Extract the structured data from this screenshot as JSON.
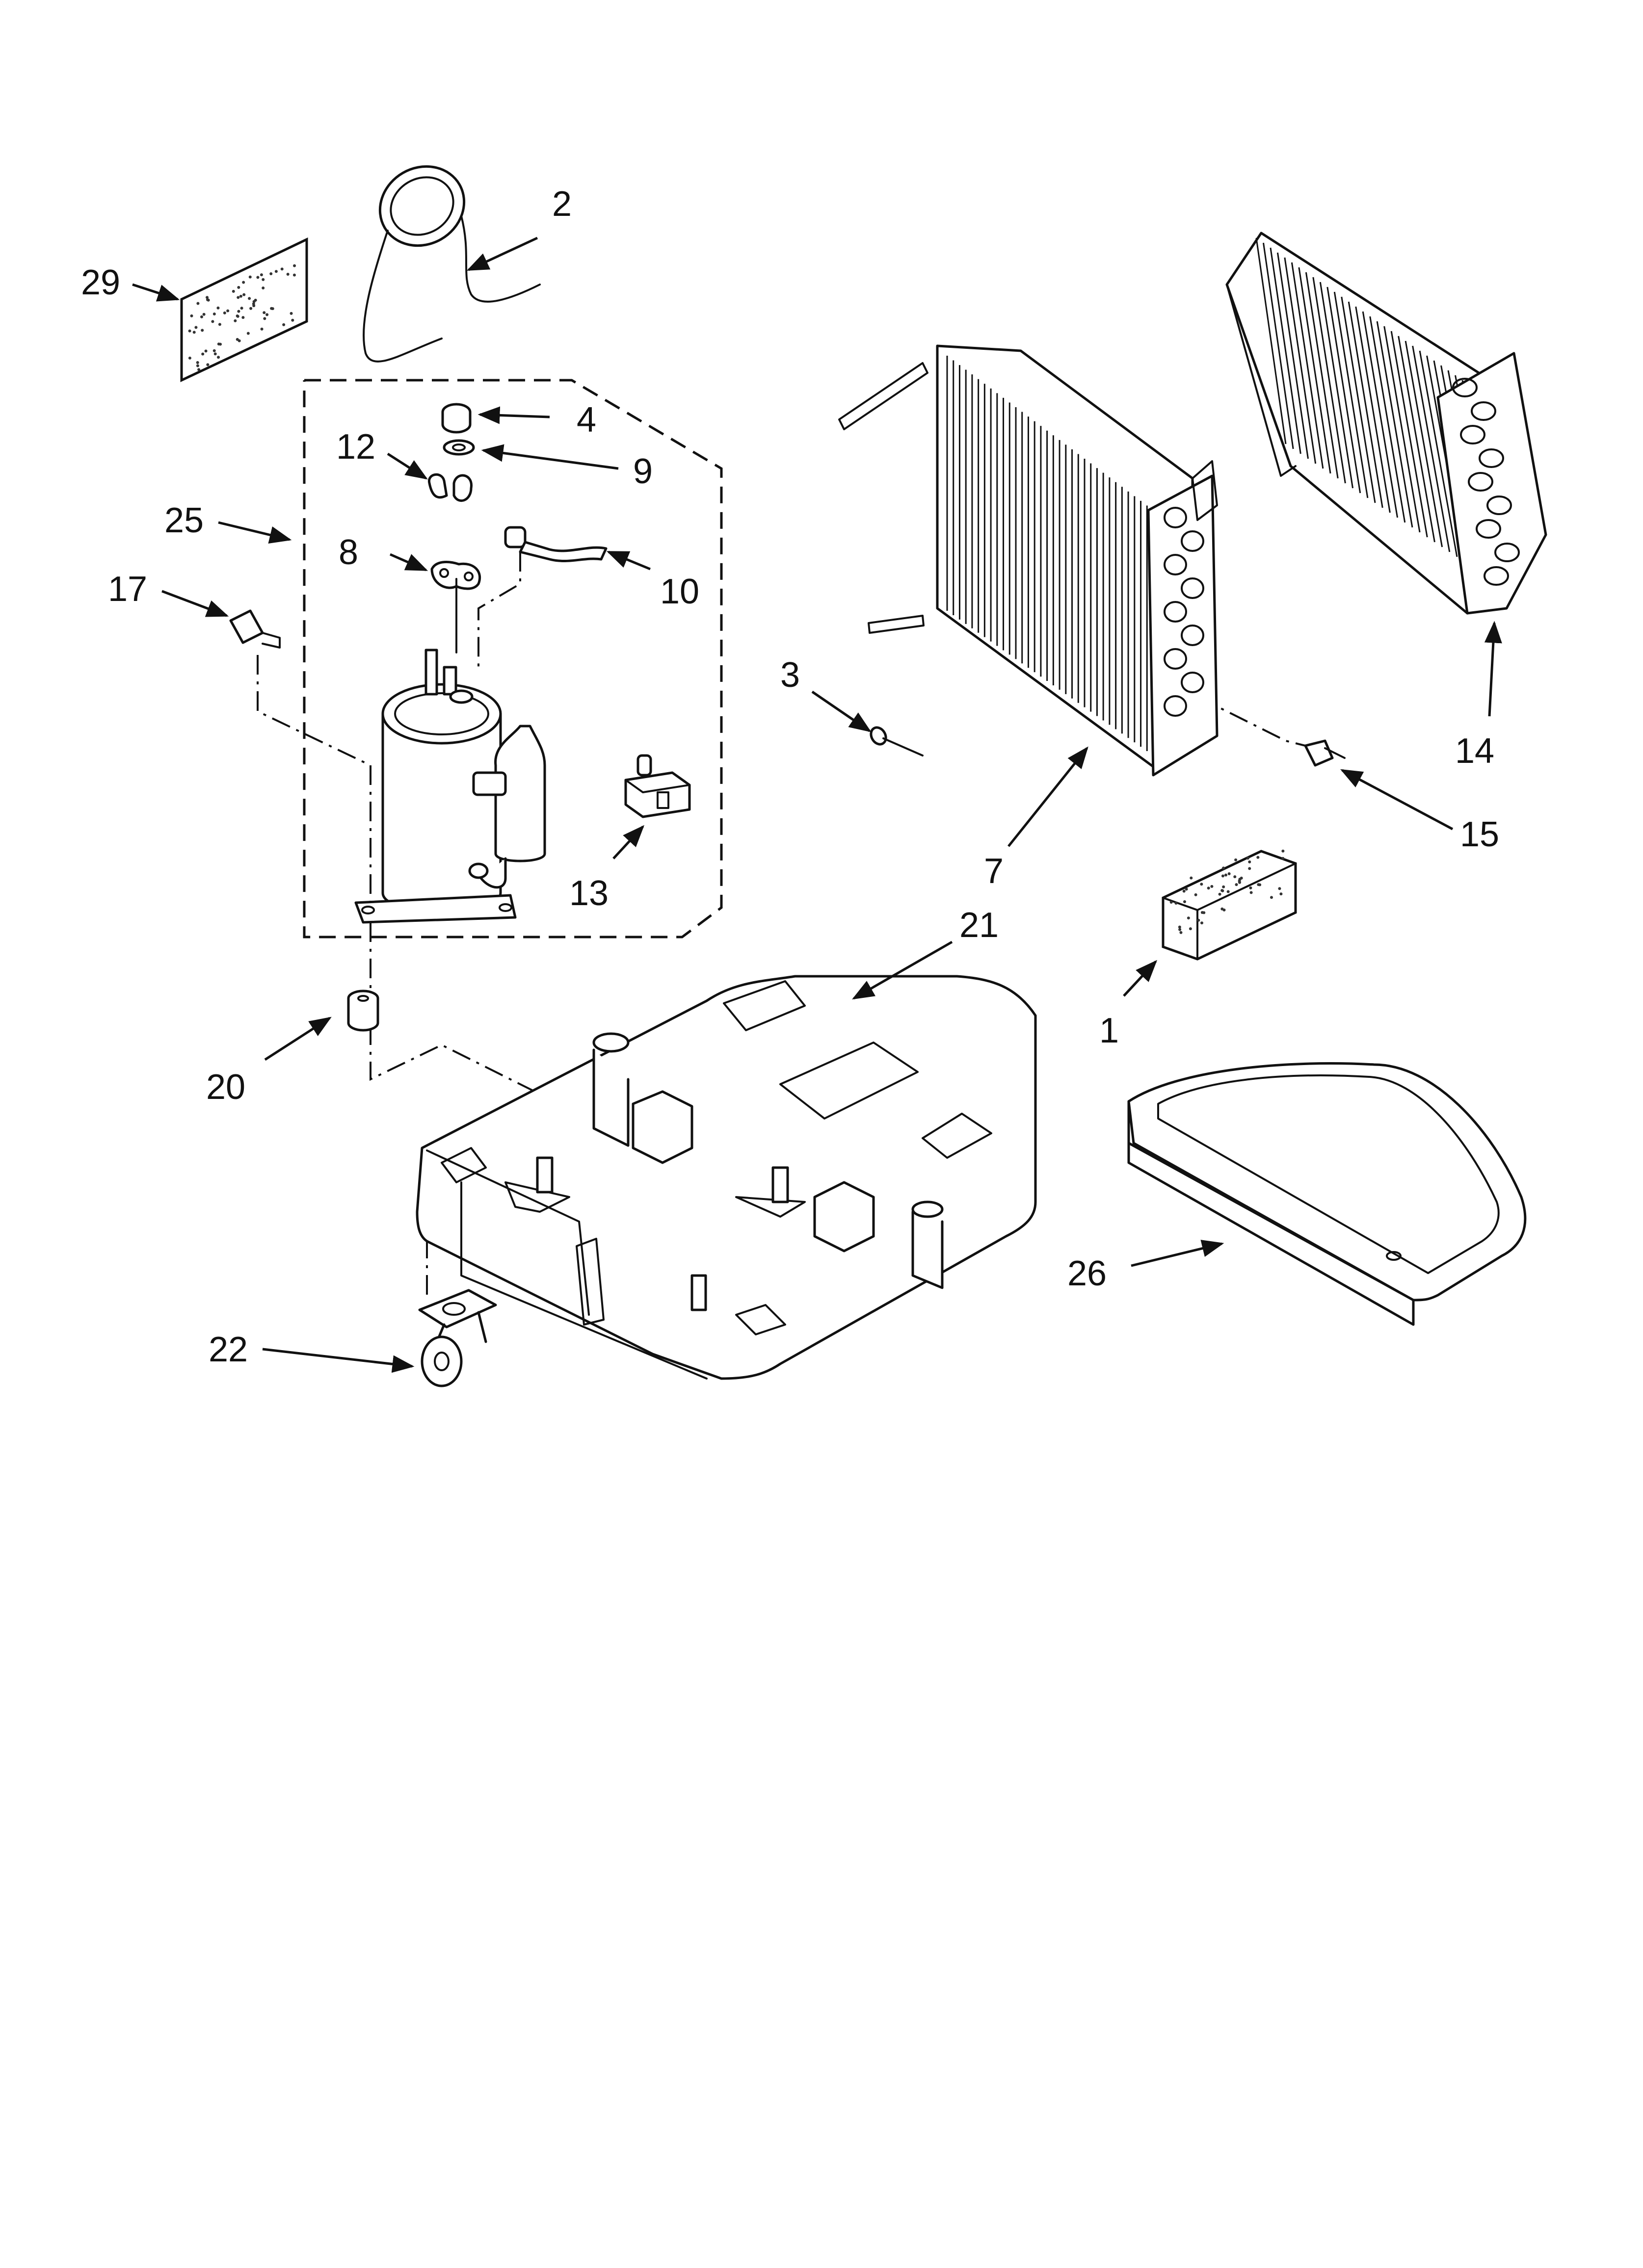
{
  "diagram": {
    "callouts": [
      {
        "id": "c1",
        "label": "1"
      },
      {
        "id": "c2",
        "label": "2"
      },
      {
        "id": "c3",
        "label": "3"
      },
      {
        "id": "c4",
        "label": "4"
      },
      {
        "id": "c7",
        "label": "7"
      },
      {
        "id": "c8",
        "label": "8"
      },
      {
        "id": "c9",
        "label": "9"
      },
      {
        "id": "c10",
        "label": "10"
      },
      {
        "id": "c12",
        "label": "12"
      },
      {
        "id": "c13",
        "label": "13"
      },
      {
        "id": "c14",
        "label": "14"
      },
      {
        "id": "c15",
        "label": "15"
      },
      {
        "id": "c17",
        "label": "17"
      },
      {
        "id": "c20",
        "label": "20"
      },
      {
        "id": "c21",
        "label": "21"
      },
      {
        "id": "c22",
        "label": "22"
      },
      {
        "id": "c25",
        "label": "25"
      },
      {
        "id": "c26",
        "label": "26"
      },
      {
        "id": "c29",
        "label": "29"
      }
    ],
    "colors": {
      "ink": "#111111",
      "background": "#ffffff"
    }
  }
}
